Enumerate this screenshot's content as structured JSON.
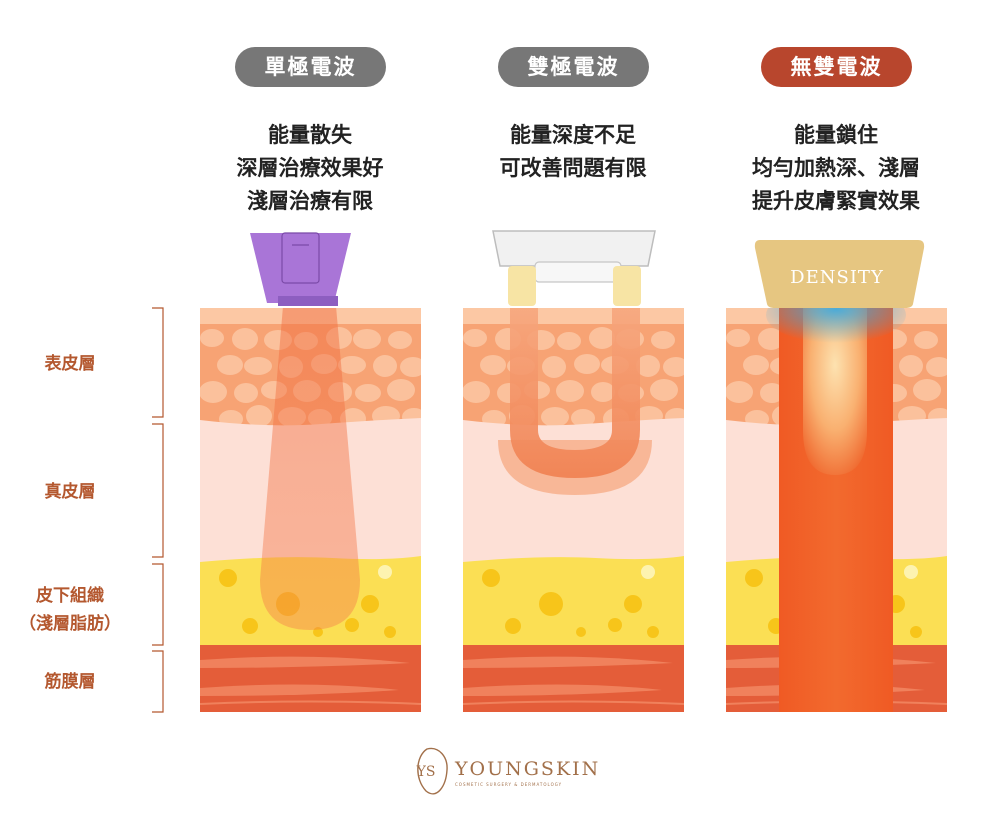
{
  "columns": [
    {
      "title": "單極電波",
      "title_color": "#777777",
      "lines": [
        "能量散失",
        "深層治療效果好",
        "淺層治療有限"
      ]
    },
    {
      "title": "雙極電波",
      "title_color": "#777777",
      "lines": [
        "能量深度不足",
        "可改善問題有限"
      ]
    },
    {
      "title": "無雙電波",
      "title_color": "#b8462d",
      "lines": [
        "能量鎖住",
        "均勻加熱深、淺層",
        "提升皮膚緊實效果"
      ]
    }
  ],
  "layers": {
    "epidermis": "表皮層",
    "dermis": "真皮層",
    "subcutis_line1": "皮下組織",
    "subcutis_line2": "（淺層脂肪）",
    "fascia": "筋膜層"
  },
  "device_label": "DENSITY",
  "brand": {
    "name": "YOUNGSKIN",
    "tagline": "COSMETIC SURGERY & DERMATOLOGY",
    "logo_letters": "YS"
  },
  "colors": {
    "accent": "#b8462d",
    "grey_pill": "#777777",
    "label": "#b4582f",
    "epidermis": "#f7a374",
    "dermis": "#fde0d6",
    "fat": "#fbdf54",
    "fascia": "#e45d39"
  }
}
